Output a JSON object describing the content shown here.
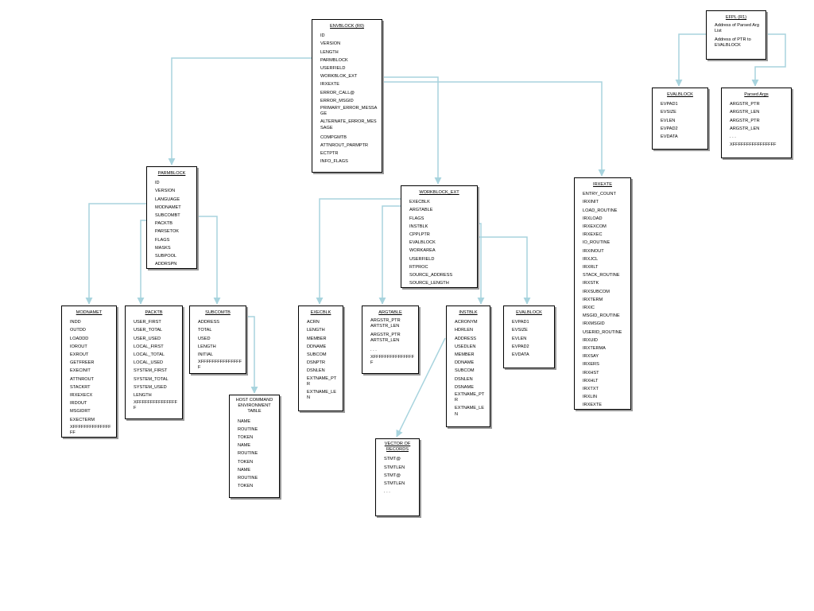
{
  "line_color": "#a8d4de",
  "boxes": {
    "envblock": {
      "title": "ENVBLOCK (R0)",
      "fields": [
        "ID",
        "VERSION",
        "LENGTH",
        "PARMBLOCK",
        "USERFIELD",
        "WORKBLOK_EXT",
        "IRXEXTE",
        "ERROR_CALL@",
        "ERROR_MSGID",
        "PRIMARY_ERROR_MESSAGE",
        "ALTERNATE_ERROR_MESSAGE",
        "COMPGMTB",
        "ATTNROUT_PARMPTR",
        "ECTPTR",
        "INFO_FLAGS"
      ]
    },
    "efpl": {
      "title": "EFPL (R1)",
      "fields": [
        "Address of Parsed Arg List",
        "Address of PTR to EVALBLOCK"
      ]
    },
    "evalblock_top": {
      "title": "EVALBLOCK",
      "fields": [
        "EVPAD1",
        "EVSIZE",
        "EVLEN",
        "EVPAD2",
        "EVDATA"
      ]
    },
    "parsed_args": {
      "title": "Parsed Args",
      "fields": [
        "ARGSTR_PTR",
        "ARGSTR_LEN",
        "ARGSTR_PTR",
        "ARGSTR_LEN",
        ". . .",
        "XFFFFFFFFFFFFFFFF"
      ]
    },
    "parmblock": {
      "title": "PARMBLOCK",
      "fields": [
        "ID",
        "VERSION",
        "LANGUAGE",
        "MODNAMET",
        "SUBCOMBT",
        "PACKTB",
        "PARSETOK",
        "FLAGS",
        "MASKS",
        "SUBPOOL",
        "ADDRSPN"
      ]
    },
    "workblock_ext": {
      "title": "WORKBLOCK_EXT",
      "fields": [
        "EXECBLK",
        "ARGTABLE",
        "FLAGS",
        "INSTBLK",
        "CPPLPTR",
        "EVALBLOCK",
        "WORKAREA",
        "USERFIELD",
        "RTPROC",
        "SOURCE_ADDRESS",
        "SOURCE_LENGTH"
      ]
    },
    "irxexte": {
      "title": "IRXEXTE",
      "fields": [
        "ENTRY_COUNT",
        "IRXINIT",
        "LOAD_ROUTINE",
        "IRXLOAD",
        "IRXEXCOM",
        "IRXEXEC",
        "IO_ROUTINE",
        "IRXINOUT",
        "IRXJCL",
        "IRXRLT",
        "STACK_ROUTINE",
        "IRXSTK",
        "IRXSUBCOM",
        "IRXTERM",
        "IRXIC",
        "MSGID_ROUTINE",
        "IRXMSGID",
        "USERID_ROUTINE",
        "IRXUID",
        "IRXTERMA",
        "IRXSAY",
        "IRXERS",
        "IRXHST",
        "IRXHLT",
        "IRXTXT",
        "IRXLIN",
        "IRXEXTE"
      ]
    },
    "modnamet": {
      "title": "MODNAMET",
      "fields": [
        "INDD",
        "OUTDD",
        "LOADDD",
        "IOROUT",
        "EXROUT",
        "GETFREER",
        "EXECINIT",
        "ATTNROUT",
        "STACKRT",
        "IRXEXECX",
        "IRDOUT",
        "MSGIDRT",
        "EXECTERM",
        "XFFFFFFFFFFFFFFFF"
      ]
    },
    "packtb": {
      "title": "PACKTB",
      "fields": [
        "USER_FIRST",
        "USER_TOTAL",
        "USER_USED",
        "LOCAL_FIRST",
        "LOCAL_TOTAL",
        "LOCAL_USED",
        "SYSTEM_FIRST",
        "SYSTEM_TOTAL",
        "SYSTEM_USED",
        "LENGTH",
        "XFFFFFFFFFFFFFFFF"
      ]
    },
    "subcomtb": {
      "title": "SUBCOMTB",
      "fields": [
        "ADDRESS",
        "TOTAL",
        "USED",
        "LENGTH",
        "INITIAL",
        "XFFFFFFFFFFFFFFFF"
      ]
    },
    "host_cmd_env": {
      "title": "HOST COMMAND ENVIRONMENT TABLE",
      "fields": [
        "NAME",
        "ROUTINE",
        "TOKEN",
        "NAME",
        "ROUTINE",
        "TOKEN",
        "NAME",
        "ROUTINE",
        "TOKEN"
      ]
    },
    "execblk": {
      "title": "EXECBLK",
      "fields": [
        "ACRN",
        "LENGTH",
        "MEMBER",
        "DDNAME",
        "SUBCOM",
        "DSNPTR",
        "DSNLEN",
        "EXTNAME_PTR",
        "EXTNAME_LEN"
      ]
    },
    "argtable": {
      "title": "ARGTABLE",
      "fields": [
        "ARGSTR_PTR",
        "ARTSTR_LEN",
        "ARGSTR_PTR",
        "ARTSTR_LEN",
        ". . .",
        "XFFFFFFFFFFFFFFFF"
      ]
    },
    "instblk": {
      "title": "INSTBLK",
      "fields": [
        "ACRONYM",
        "HDRLEN",
        "ADDRESS",
        "USEDLEN",
        "MEMBER",
        "DDNAME",
        "SUBCOM",
        "DSNLEN",
        "DSNAME",
        "EXTNAME_PTR",
        "EXTNAME_LEN"
      ]
    },
    "evalblock_mid": {
      "title": "EVALBLOCK",
      "fields": [
        "EVPAD1",
        "EVSIZE",
        "EVLEN",
        "EVPAD2",
        "EVDATA"
      ]
    },
    "vector_records": {
      "title": "VECTOR OF RECORDS",
      "fields": [
        "STMT@",
        "STMTLEN",
        "STMT@",
        "STMTLEN",
        ". . ."
      ]
    }
  }
}
